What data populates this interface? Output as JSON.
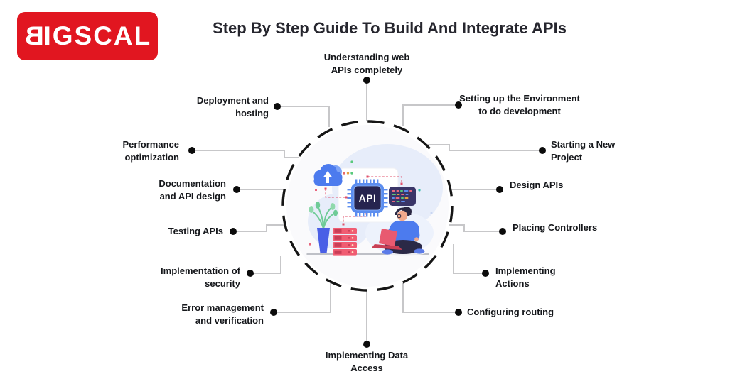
{
  "logo": {
    "text": "BIGSCAL",
    "first": "B",
    "rest": "IGSCAL"
  },
  "title": "Step By Step Guide To Build And Integrate APIs",
  "center": {
    "api_chip_label": "API"
  },
  "steps": [
    {
      "id": "understanding-web-apis",
      "label": "Understanding web\nAPIs completely"
    },
    {
      "id": "setting-up-environment",
      "label": "Setting up the Environment\nto do development"
    },
    {
      "id": "starting-new-project",
      "label": "Starting a New\nProject"
    },
    {
      "id": "design-apis",
      "label": "Design APIs"
    },
    {
      "id": "placing-controllers",
      "label": "Placing Controllers"
    },
    {
      "id": "implementing-actions",
      "label": "Implementing\nActions"
    },
    {
      "id": "configuring-routing",
      "label": "Configuring routing"
    },
    {
      "id": "implementing-data-access",
      "label": "Implementing Data\nAccess"
    },
    {
      "id": "error-management",
      "label": "Error management\nand verification"
    },
    {
      "id": "implementation-of-security",
      "label": "Implementation of\nsecurity"
    },
    {
      "id": "testing-apis",
      "label": "Testing APIs"
    },
    {
      "id": "documentation-api-design",
      "label": "Documentation\nand API design"
    },
    {
      "id": "performance-optimization",
      "label": "Performance\noptimization"
    },
    {
      "id": "deployment-hosting",
      "label": "Deployment and\nhosting"
    }
  ],
  "colors": {
    "brand_red": "#E11620",
    "title_text": "#26262E",
    "label_text": "#15171B",
    "dot_black": "#0B0B0B",
    "connector_gray": "#C7C7C9",
    "ring_black": "#151515",
    "illustration_blue": "#4C7BEE",
    "illustration_red": "#F05C72",
    "panel_purple": "#3A3568",
    "chip_navy": "#26244F",
    "chip_border_blue": "#5B8DEF",
    "leaf_green": "#6FCB97",
    "vase_blue": "#4A5FE6",
    "skin": "#F2A98C",
    "accent_dash_red": "#E0506B"
  }
}
